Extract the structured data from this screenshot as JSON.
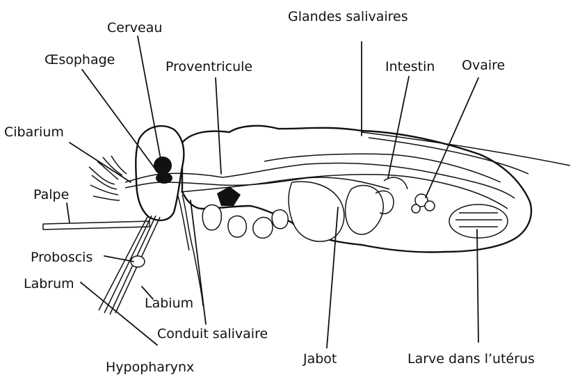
{
  "labels": {
    "glandes_salivaires": "Glandes salivaires",
    "cerveau": "Cerveau",
    "oesophage": "Œsophage",
    "proventricule": "Proventricule",
    "intestin": "Intestin",
    "ovaire": "Ovaire",
    "cibarium": "Cibarium",
    "palpe": "Palpe",
    "proboscis": "Proboscis",
    "labrum": "Labrum",
    "labium": "Labium",
    "conduit_salivaire": "Conduit salivaire",
    "jabot": "Jabot",
    "larve": "Larve dans l’utérus",
    "hypopharynx": "Hypopharynx"
  },
  "colors": {
    "ink": "#111111",
    "background": "#ffffff"
  }
}
